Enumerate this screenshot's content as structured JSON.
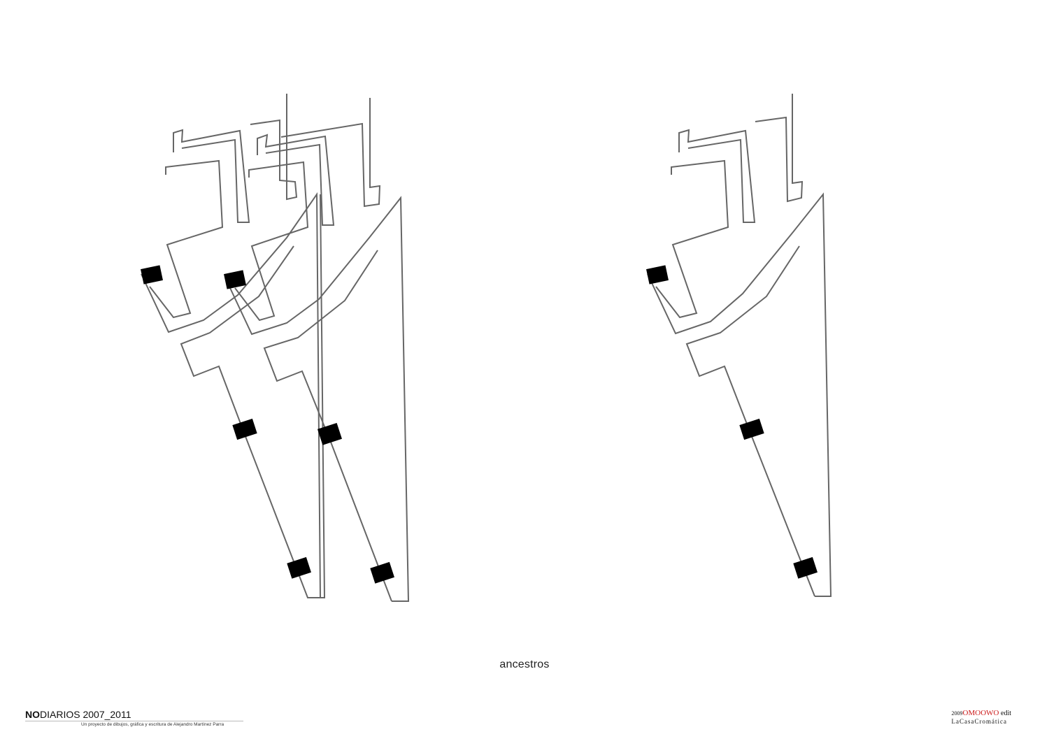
{
  "caption": "ancestros",
  "footer_left": {
    "title_bold": "NO",
    "title_rest": "DIARIOS 2007_2011",
    "subtitle": "Un proyecto de dibujos, gráfica y escritura de Alejandro Martínez Parra"
  },
  "footer_right": {
    "year": "2009",
    "brand": "OMOOWO",
    "edit": " edit",
    "house": "LaCasaCromática"
  },
  "colors": {
    "line": "#666666",
    "joint": "#000000",
    "brand_red": "#cc1a1a",
    "background": "#ffffff"
  }
}
